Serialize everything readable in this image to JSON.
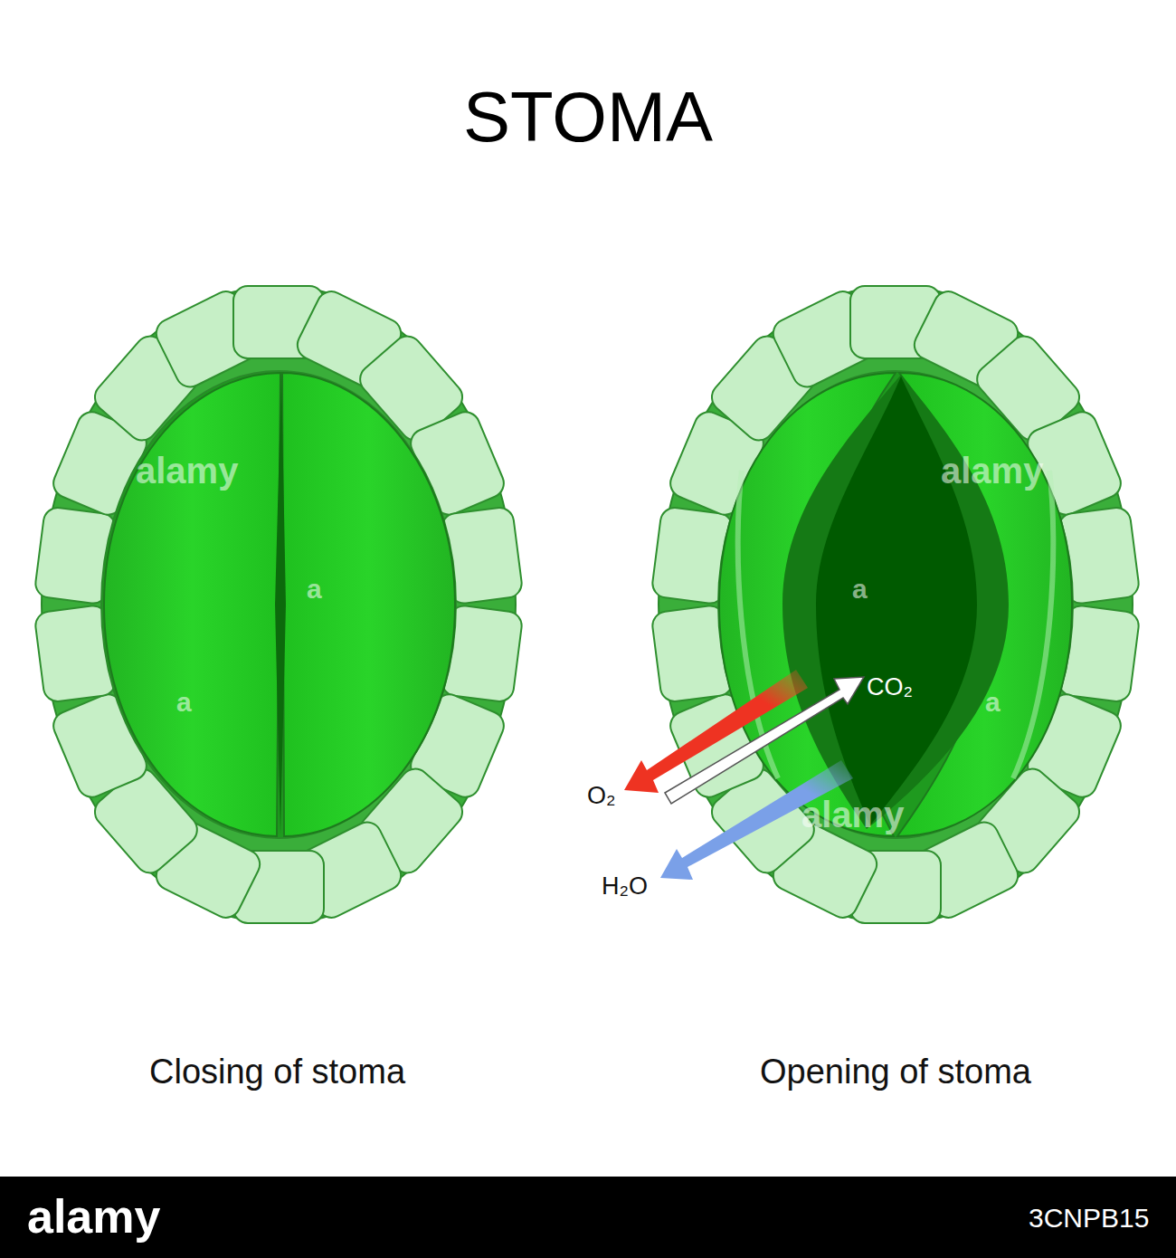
{
  "diagram": {
    "title": "STOMA",
    "labels": [
      "Closing of stoma",
      "Opening of stoma",
      "CO₂",
      "O₂",
      "H₂O",
      "alamy",
      "alamy",
      "alamy",
      "a",
      "a",
      "a",
      "a",
      "alamy",
      "3CNPB15"
    ]
  }
}
